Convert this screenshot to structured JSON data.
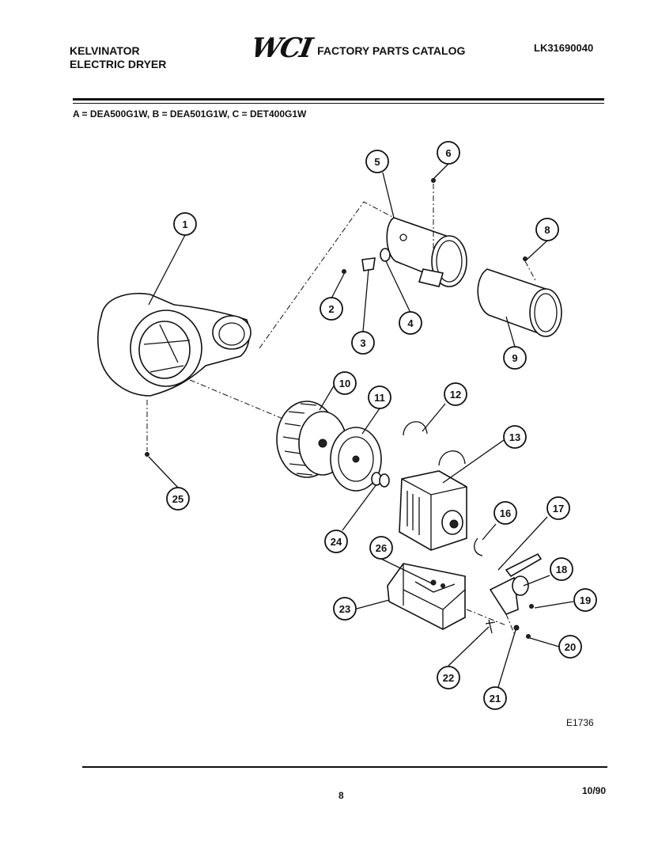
{
  "header": {
    "brand_line1": "KELVINATOR",
    "brand_line2": "ELECTRIC DRYER",
    "logo_text": "WCI",
    "catalog_title": "FACTORY PARTS CATALOG",
    "catalog_number": "LK31690040"
  },
  "models_line": "A = DEA500G1W, B = DEA501G1W, C = DET400G1W",
  "callouts": [
    "1",
    "2",
    "3",
    "4",
    "5",
    "6",
    "8",
    "9",
    "10",
    "11",
    "12",
    "13",
    "16",
    "17",
    "18",
    "19",
    "20",
    "21",
    "22",
    "23",
    "24",
    "25",
    "26"
  ],
  "figure_id": "E1736",
  "footer": {
    "page_number": "8",
    "date": "10/90"
  }
}
